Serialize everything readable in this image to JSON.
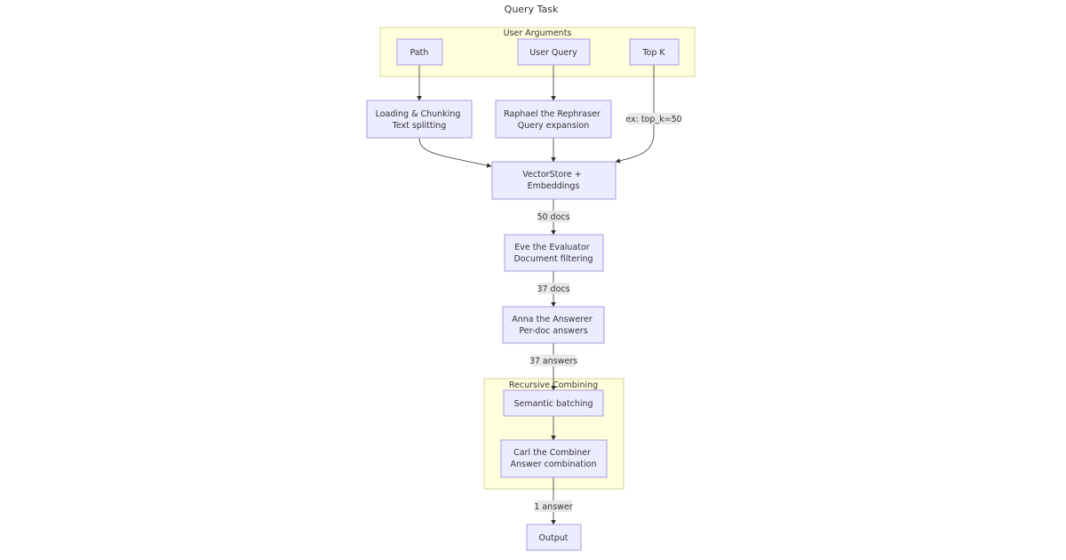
{
  "title": "Query Task",
  "clusters": {
    "user_arguments": "User Arguments",
    "recursive_combining": "Recursive Combining"
  },
  "nodes": {
    "path": [
      "Path"
    ],
    "user_query": [
      "User Query"
    ],
    "top_k": [
      "Top K"
    ],
    "loading": [
      "Loading & Chunking",
      "Text splitting"
    ],
    "raphael": [
      "Raphael the Rephraser",
      "Query expansion"
    ],
    "vectorstore": [
      "VectorStore +",
      "Embeddings"
    ],
    "eve": [
      "Eve the Evaluator",
      "Document filtering"
    ],
    "anna": [
      "Anna the Answerer",
      "Per-doc answers"
    ],
    "semantic": [
      "Semantic batching"
    ],
    "carl": [
      "Carl the Combiner",
      "Answer combination"
    ],
    "output": [
      "Output"
    ]
  },
  "edge_labels": {
    "topk_to_vectorstore": "ex: top_k=50",
    "vectorstore_to_eve": "50 docs",
    "eve_to_anna": "37 docs",
    "anna_to_semantic": "37 answers",
    "carl_to_output": "1 answer"
  },
  "colors": {
    "node_fill": "#ececff",
    "node_stroke": "#a99ce0",
    "cluster_fill": "#ffffde",
    "cluster_stroke": "#d4d49a",
    "edge": "#333333",
    "edge_label_bg": "#e8e8e8"
  }
}
